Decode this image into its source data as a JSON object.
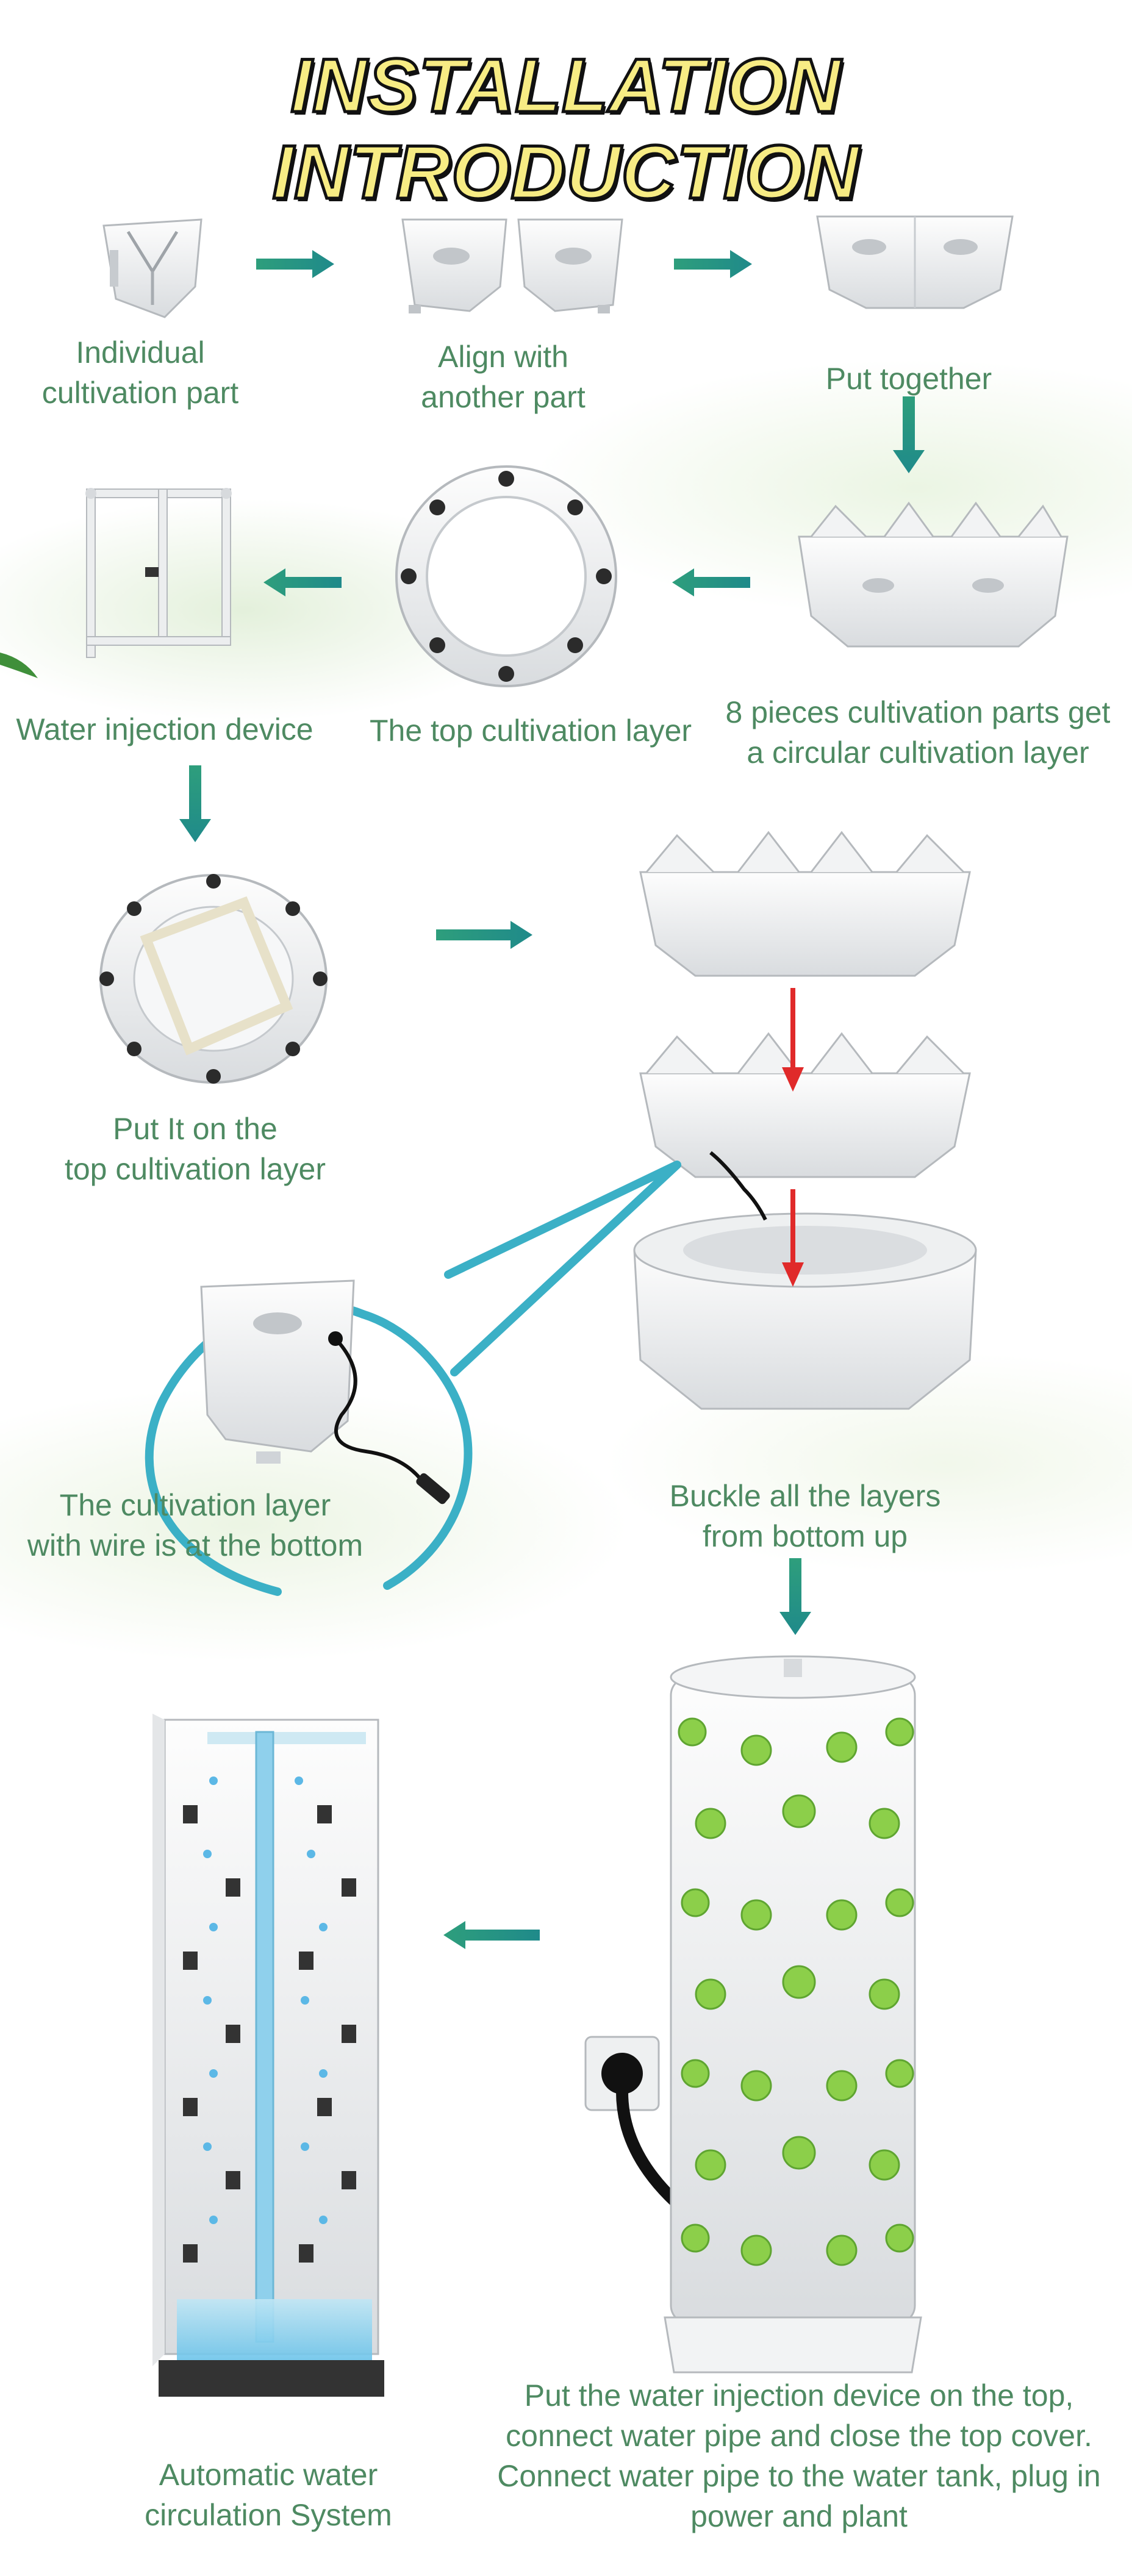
{
  "page": {
    "title": "INSTALLATION INTRODUCTION",
    "accent_color": "#2e9e7c",
    "caption_color": "#4e8a62",
    "callout_color": "#3bb0c6",
    "arrow_red": "#e02a2a"
  },
  "steps": {
    "individual_part": [
      "Individual",
      "cultivation part"
    ],
    "align": [
      "Align with",
      "another part"
    ],
    "put_together": [
      "Put together"
    ],
    "eight_pieces": [
      "8 pieces cultivation parts get",
      "a circular cultivation layer"
    ],
    "top_layer": [
      "The top cultivation layer"
    ],
    "water_device": [
      "Water injection device"
    ],
    "put_on_top": [
      "Put It on the",
      "top cultivation layer"
    ],
    "wire_layer": [
      "The cultivation layer",
      "with wire is at the bottom"
    ],
    "buckle": [
      "Buckle all the layers",
      "from bottom up"
    ],
    "final": [
      "Put the water injection device on the top,",
      "connect water pipe and close the top cover.",
      "Connect water pipe to the water tank, plug in",
      "power and plant"
    ],
    "circulation": [
      "Automatic water",
      "circulation System"
    ]
  }
}
